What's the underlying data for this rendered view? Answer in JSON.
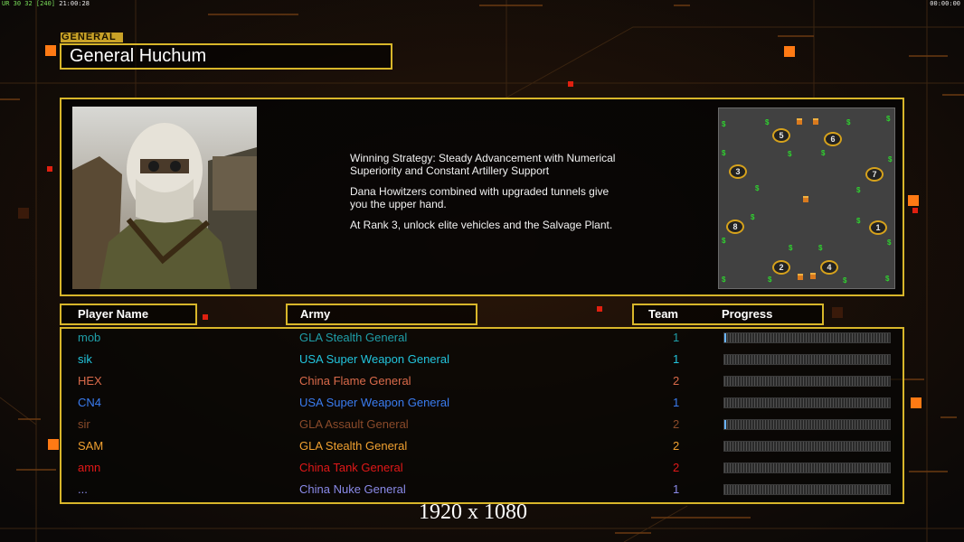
{
  "hud": {
    "fps_text": "UR 30 32 [240]",
    "clock_left": "21:00:28",
    "clock_right": "00:00:00"
  },
  "general": {
    "tag": "GENERAL",
    "name": "General Huchum",
    "strategy": [
      "Winning Strategy: Steady Advancement with Numerical\n Superiority and Constant Artillery Support",
      "Dana Howitzers combined with upgraded tunnels give\n you the upper hand.",
      "At Rank 3, unlock elite vehicles and the Salvage Plant."
    ]
  },
  "map": {
    "spawns": [
      "5",
      "6",
      "3",
      "7",
      "8",
      "1",
      "2",
      "4"
    ],
    "cash_symbol": "$"
  },
  "roster": {
    "headers": {
      "player": "Player Name",
      "army": "Army",
      "team": "Team",
      "progress": "Progress"
    },
    "players": [
      {
        "name": "mob",
        "army": "GLA Stealth General",
        "team": "1",
        "color": "#1f9ea8",
        "progress": 0.01
      },
      {
        "name": "sik",
        "army": "USA Super Weapon General",
        "team": "1",
        "color": "#22c4dc",
        "progress": 0.0
      },
      {
        "name": "HEX",
        "army": "China Flame General",
        "team": "2",
        "color": "#d96a4a",
        "progress": 0.0
      },
      {
        "name": "CN4",
        "army": "USA Super Weapon General",
        "team": "1",
        "color": "#3a7cf0",
        "progress": 0.0
      },
      {
        "name": "sir",
        "army": "GLA Assault General",
        "team": "2",
        "color": "#8a4a2a",
        "progress": 0.01
      },
      {
        "name": "SAM",
        "army": "GLA Stealth General",
        "team": "2",
        "color": "#f0a030",
        "progress": 0.0
      },
      {
        "name": "amn",
        "army": "China Tank General",
        "team": "2",
        "color": "#e01818",
        "progress": 0.0
      },
      {
        "name": "...",
        "army": "China Nuke General",
        "team": "1",
        "color": "#8a8ae8",
        "progress": 0.0
      }
    ]
  },
  "resolution_label": "1920 x 1080",
  "colors": {
    "frame": "#d8b62a",
    "accent_orange": "#ff8a1a",
    "cash_green": "#2fd12f"
  }
}
